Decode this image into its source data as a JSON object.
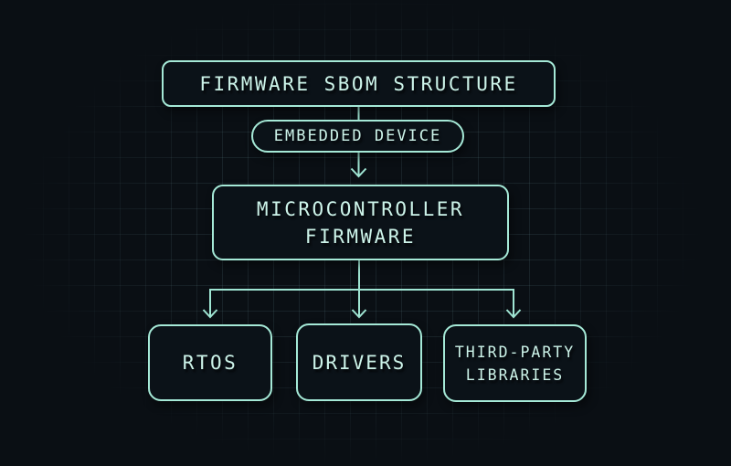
{
  "diagram": {
    "title": "FIRMWARE SBOM STRUCTURE",
    "nodes": {
      "root": {
        "label": "FIRMWARE SBOM STRUCTURE"
      },
      "device": {
        "label": "EMBEDDED DEVICE"
      },
      "firmware": {
        "label_line1": "MICROCONTROLLER",
        "label_line2": "FIRMWARE"
      },
      "rtos": {
        "label": "RTOS"
      },
      "drivers": {
        "label": "DRIVERS"
      },
      "third_party": {
        "label_line1": "THIRD-PARTY",
        "label_line2": "LIBRARIES"
      }
    },
    "edges": [
      {
        "from": "root",
        "to": "device",
        "arrow": false
      },
      {
        "from": "device",
        "to": "firmware",
        "arrow": true
      },
      {
        "from": "firmware",
        "to": "rtos",
        "arrow": true
      },
      {
        "from": "firmware",
        "to": "drivers",
        "arrow": true
      },
      {
        "from": "firmware",
        "to": "third_party",
        "arrow": true
      }
    ]
  },
  "colors": {
    "background": "#0a0f14",
    "node_bg": "#0b1218",
    "node_border": "#a5e9d7",
    "node_text": "#cdf4ea",
    "connector": "#9fe5d3"
  }
}
